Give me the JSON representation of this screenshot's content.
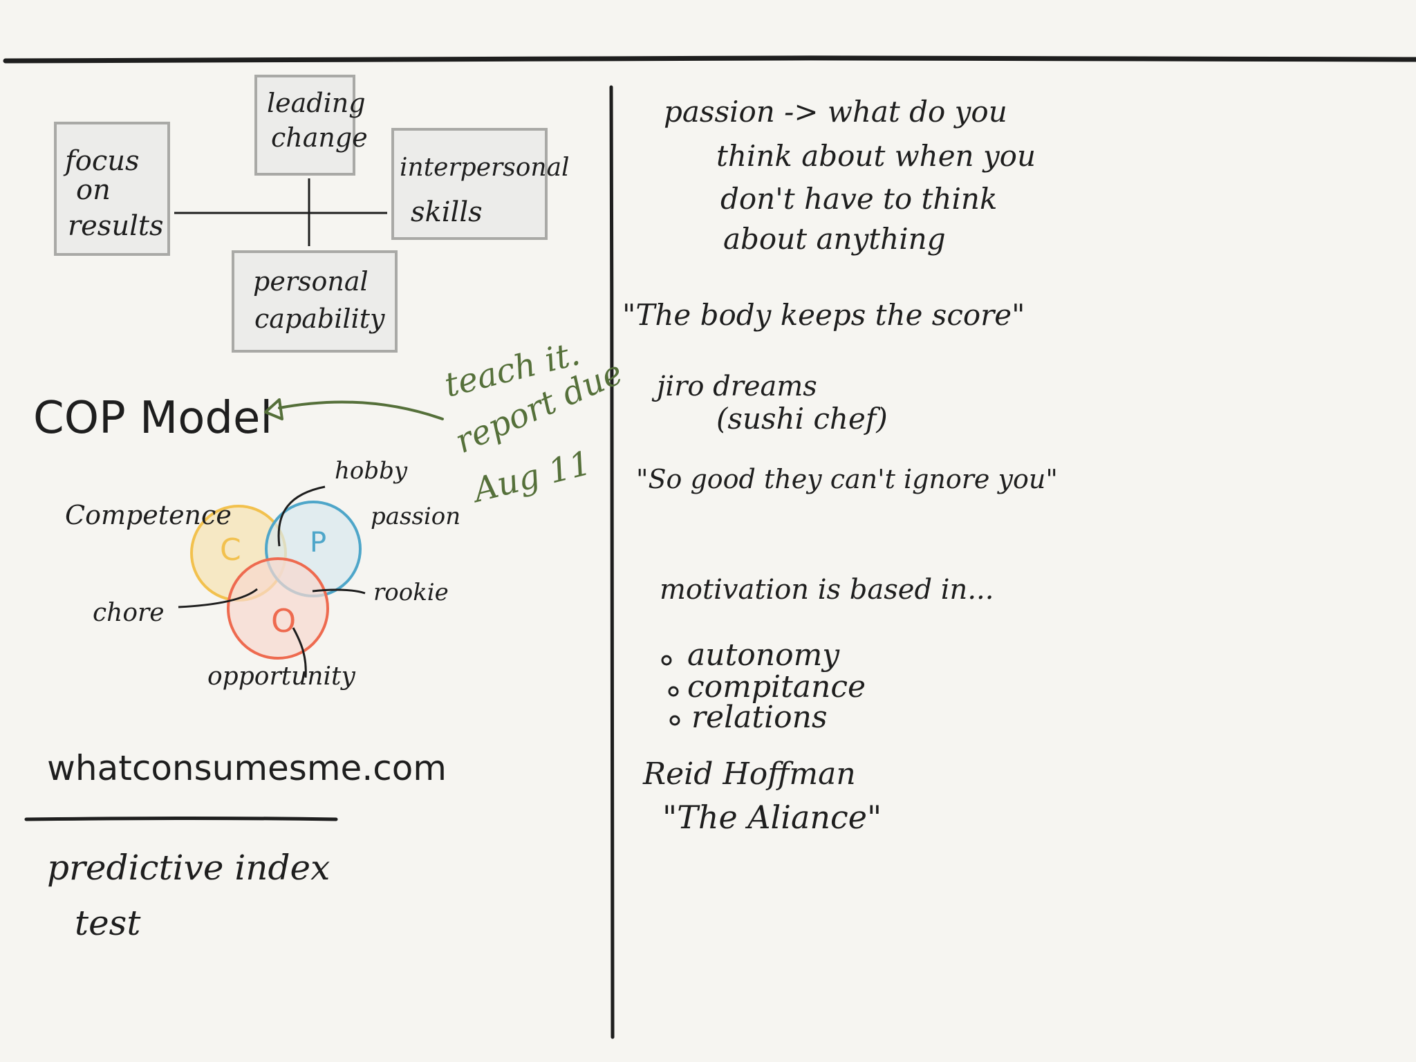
{
  "boxes": {
    "focus": [
      "focus",
      "on",
      "results"
    ],
    "leading": [
      "leading",
      "change"
    ],
    "interpersonal": [
      "interpersonal",
      "skills"
    ],
    "personal": [
      "personal",
      "capability"
    ]
  },
  "cop_title": "COP Model",
  "green_note": [
    "teach it.",
    "report due",
    "Aug 11"
  ],
  "venn": {
    "circles": [
      {
        "letter": "C",
        "color": "#f2c14e",
        "fill": "#f6e3b4"
      },
      {
        "letter": "P",
        "color": "#4ea6c9",
        "fill": "#d8e8ee"
      },
      {
        "letter": "O",
        "color": "#ee6a4f",
        "fill": "#f8d9cf"
      }
    ],
    "labels": {
      "competence": "Competence",
      "hobby": "hobby",
      "passion": "passion",
      "rookie": "rookie",
      "chore": "chore",
      "opportunity": "opportunity"
    }
  },
  "website": "whatconsumesme.com",
  "predictive": [
    "predictive  index",
    "test"
  ],
  "right": {
    "passion_lines": [
      "passion  ->  what do you",
      "think about when you",
      "don't  have to think",
      "about  anything"
    ],
    "body_score": "\"The  body keeps the score\"",
    "jiro": [
      "jiro dreams",
      "(sushi chef)"
    ],
    "so_good": "\"So good  they  can't  ignore you\"",
    "motivation": "motivation is based  in...",
    "bullets": [
      "autonomy",
      "compitance",
      "relations"
    ],
    "reid": "Reid  Hoffman",
    "alliance": "\"The  Aliance\""
  },
  "colors": {
    "ink": "#1e1e1e",
    "green": "#55703a",
    "box_fill": "#ececea",
    "box_border": "#a9a9a6"
  }
}
